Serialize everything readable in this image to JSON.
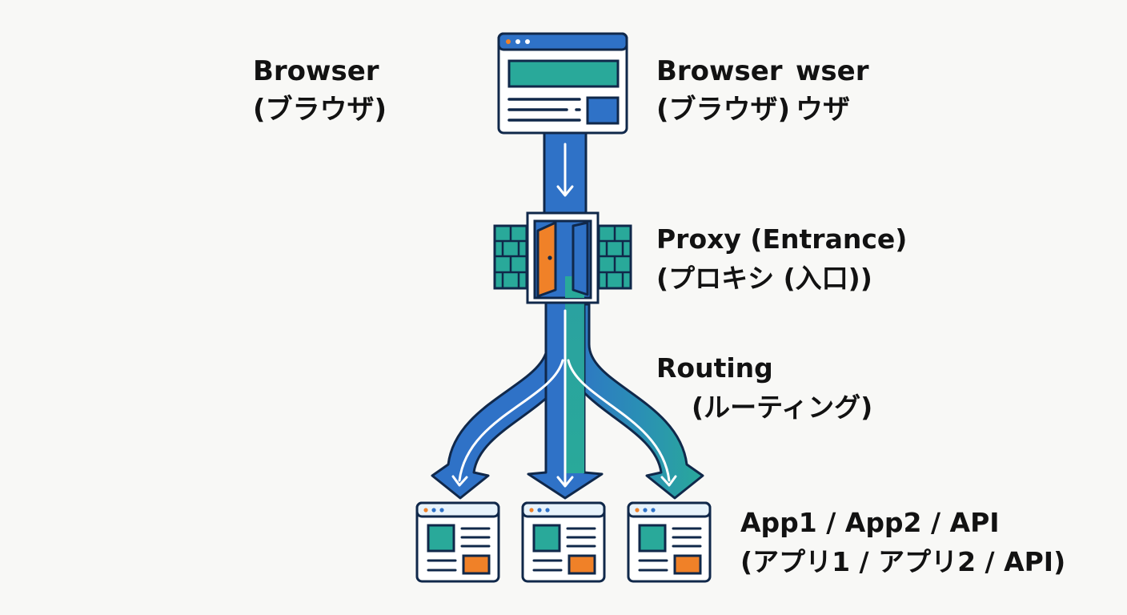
{
  "labels": {
    "browser_left": {
      "line1": "Browser",
      "line2": "(ブラウザ)"
    },
    "browser_right": {
      "line1": "Browser",
      "line2": "(ブラウザ)"
    },
    "browser_right_ghost": {
      "line1": "wser",
      "line2": "ウザ"
    },
    "proxy": {
      "line1": "Proxy (Entrance)",
      "line2": "(プロキシ (入口))"
    },
    "routing": {
      "line1": "Routing",
      "line2": "(ルーティング)"
    },
    "apps": {
      "line1": "App1 / App2 / API",
      "line2": "(アプリ1 / アプリ2 / API)"
    }
  },
  "colors": {
    "outline": "#10284a",
    "blue": "#2f72c7",
    "teal": "#29a99a",
    "orange": "#f08128",
    "light_blue": "#e8f3fb",
    "paper": "#ffffff",
    "text": "#121212"
  },
  "icons": {
    "browser": "browser-window-icon",
    "gateway": "brick-wall-door-icon",
    "app_window": "app-window-icon"
  }
}
